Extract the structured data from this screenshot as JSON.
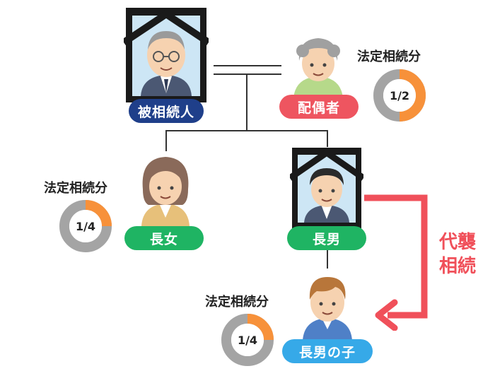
{
  "people": {
    "deceased": {
      "label": "被相続人",
      "color": "#1f3f8a"
    },
    "spouse": {
      "label": "配偶者",
      "color": "#ee5560"
    },
    "daughter": {
      "label": "長女",
      "color": "#1fb463"
    },
    "son": {
      "label": "長男",
      "color": "#1fb463"
    },
    "grandchild": {
      "label": "長男の子",
      "color": "#36a9e8"
    }
  },
  "shares": {
    "spouse": {
      "title": "法定相続分",
      "value": "1/2",
      "fraction": 0.5
    },
    "daughter": {
      "title": "法定相続分",
      "value": "1/4",
      "fraction": 0.25
    },
    "grandchild": {
      "title": "法定相続分",
      "value": "1/4",
      "fraction": 0.25
    }
  },
  "substitution": {
    "line1": "代襲",
    "line2": "相続"
  },
  "colors": {
    "share_fill": "#f7913a",
    "share_rest": "#a4a4a4",
    "arrow": "#f0505a"
  }
}
